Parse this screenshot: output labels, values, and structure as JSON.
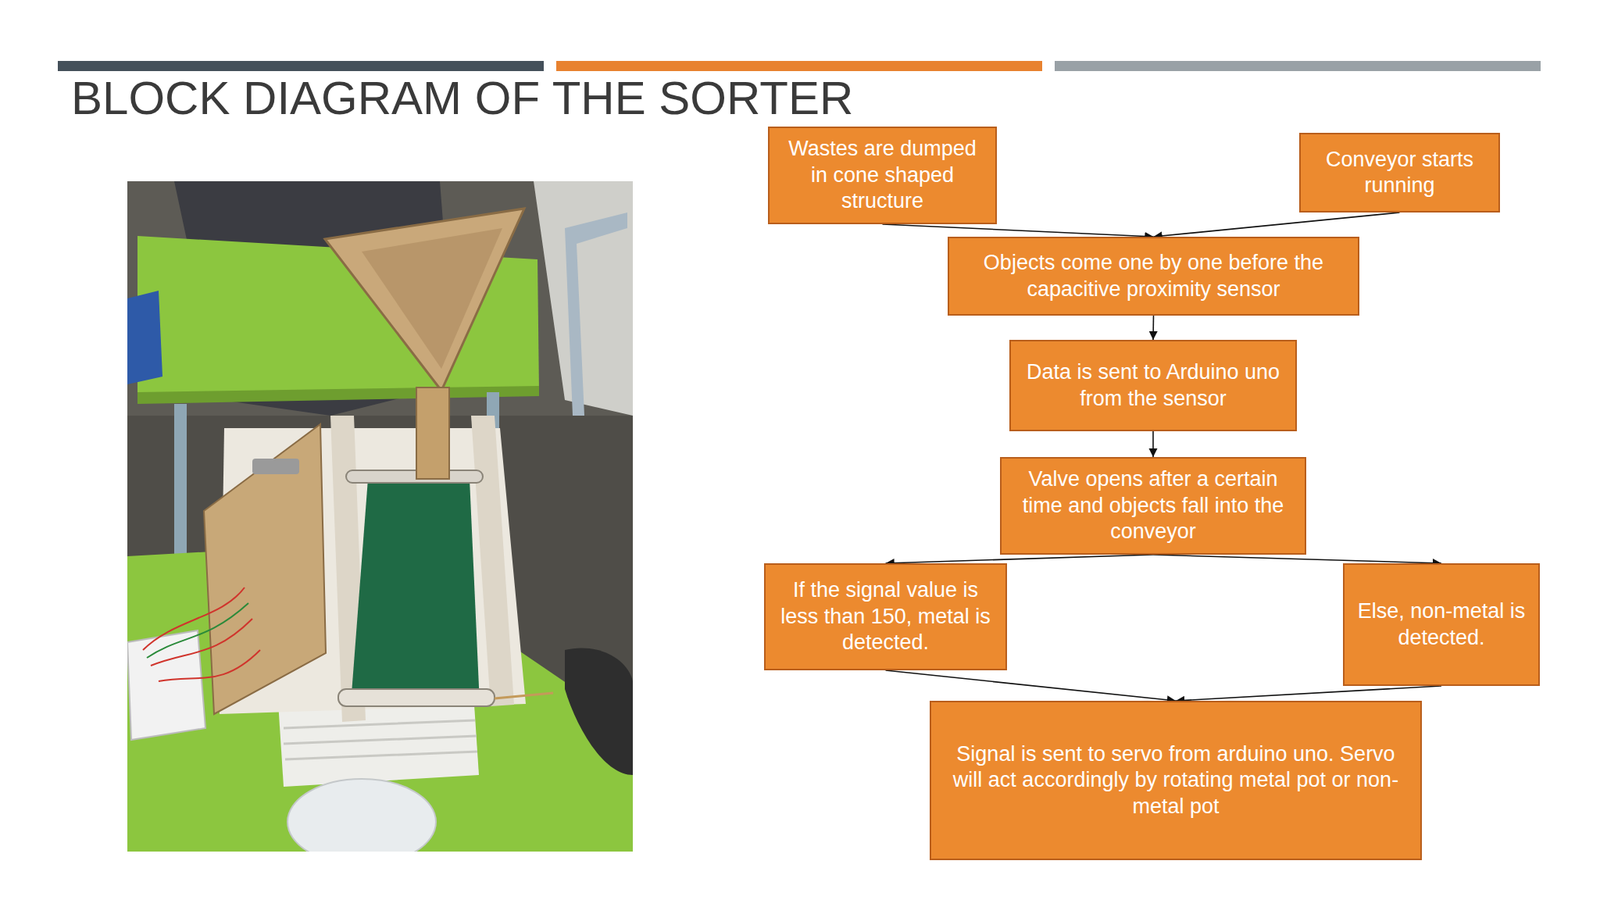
{
  "diagram": {
    "title": "BLOCK DIAGRAM OF THE SORTER",
    "nodes": [
      {
        "text": [
          "Wastes are dumped in cone shaped structure"
        ]
      },
      {
        "text": [
          "Conveyor starts running"
        ]
      },
      {
        "text": [
          "Objects come one by one before the capacitive proximity sensor"
        ]
      },
      {
        "text": [
          "Data is sent to Arduino uno from the sensor"
        ]
      },
      {
        "text": [
          "Valve opens after a certain time and objects fall into the conveyor"
        ]
      },
      {
        "text": [
          "If the signal value is less than 150, metal is detected."
        ]
      },
      {
        "text": [
          "Else, non-metal is detected."
        ]
      },
      {
        "text": [
          "Signal is sent to servo from arduino uno. Servo will act accordingly by rotating metal pot or non-metal pot"
        ]
      }
    ],
    "edges": [
      {
        "from": 0,
        "to": 2,
        "arrow": "to"
      },
      {
        "from": 1,
        "to": 2,
        "arrow": "to"
      },
      {
        "from": 2,
        "to": 3,
        "arrow": "to"
      },
      {
        "from": 3,
        "to": 4,
        "arrow": "to"
      },
      {
        "from": 4,
        "to": 5,
        "arrow": "to"
      },
      {
        "from": 4,
        "to": 6,
        "arrow": "to"
      },
      {
        "from": 5,
        "to": 7,
        "arrow": "to"
      },
      {
        "from": 6,
        "to": 7,
        "arrow": "to"
      }
    ]
  }
}
